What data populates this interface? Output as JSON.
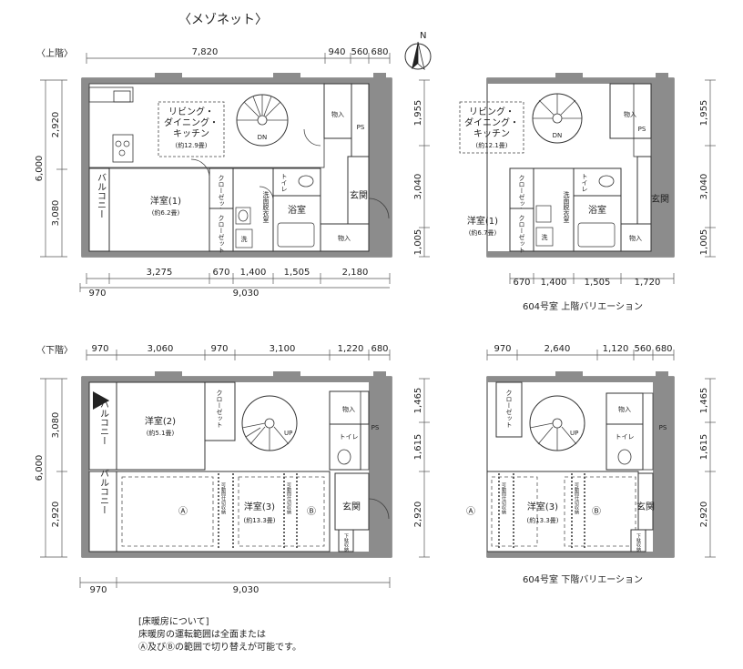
{
  "title": "〈メゾネット〉",
  "north_label": "N",
  "upper": {
    "floor_label": "〈上階〉",
    "dims_top": [
      "7,820",
      "940",
      "560",
      "680"
    ],
    "dims_right": [
      "1,955",
      "3,040",
      "1,005"
    ],
    "dims_left": [
      "6,000",
      "2,920",
      "3,080"
    ],
    "dims_bottom_row1": [
      "3,275",
      "670",
      "1,400",
      "1,505",
      "2,180"
    ],
    "dims_bottom_row2": [
      "970",
      "9,030"
    ],
    "rooms": {
      "living": [
        "リビング・",
        "ダイニング・",
        "キッチン"
      ],
      "living_area": "(約12.9畳)",
      "bedroom": "洋室(1)",
      "bedroom_area": "(約6.2畳)",
      "balcony": "バルコニー",
      "closet": "クローゼット",
      "storage": "物入",
      "ps": "PS",
      "toilet": "トイレ",
      "washroom": "洗面脱衣室",
      "bath": "浴室",
      "entrance": "玄関",
      "washer": "洗",
      "stair": "DN"
    }
  },
  "upper_var": {
    "caption": "604号室 上階バリエーション",
    "dims_right": [
      "1,955",
      "3,040",
      "1,005"
    ],
    "dims_bottom": [
      "670",
      "1,400",
      "1,505",
      "1,720"
    ],
    "rooms": {
      "living": [
        "リビング・",
        "ダイニング・",
        "キッチン"
      ],
      "living_area": "(約12.1畳)",
      "bedroom": "洋室(1)",
      "bedroom_area": "(約6.7畳)",
      "closet": "クローゼット",
      "storage": "物入",
      "ps": "PS",
      "toilet": "トイレ",
      "washroom": "洗面脱衣室",
      "bath": "浴室",
      "entrance": "玄関",
      "washer": "洗",
      "stair": "DN"
    }
  },
  "lower": {
    "floor_label": "〈下階〉",
    "dims_top": [
      "970",
      "3,060",
      "970",
      "3,100",
      "1,220",
      "680"
    ],
    "dims_right": [
      "1,465",
      "1,615",
      "2,920"
    ],
    "dims_left": [
      "6,000",
      "3,080",
      "2,920"
    ],
    "dims_bottom": [
      "970",
      "9,030"
    ],
    "rooms": {
      "bedroom2": "洋室(2)",
      "bedroom2_area": "(約5.1畳)",
      "bedroom3": "洋室(3)",
      "bedroom3_area": "(約13.3畳)",
      "balcony": "バルコニー",
      "closet": "クローゼット",
      "storage": "物入",
      "ps": "PS",
      "toilet": "トイレ",
      "entrance": "玄関",
      "shoe": "下駄収納",
      "stair": "UP",
      "zone_a": "Ⓐ",
      "zone_b": "Ⓑ",
      "movable": "可動間仕切収納"
    }
  },
  "lower_var": {
    "caption": "604号室 下階バリエーション",
    "dims_top": [
      "970",
      "2,640",
      "1,120",
      "560",
      "680"
    ],
    "dims_right": [
      "1,465",
      "1,615",
      "2,920"
    ],
    "rooms": {
      "bedroom3": "洋室(3)",
      "bedroom3_area": "(約13.3畳)",
      "closet": "クローゼット",
      "storage": "物入",
      "ps": "PS",
      "toilet": "トイレ",
      "entrance": "玄関",
      "shoe": "下駄収納",
      "stair": "UP",
      "zone_a": "Ⓐ",
      "zone_b": "Ⓑ",
      "movable": "可動間仕切収納"
    }
  },
  "note": {
    "heading": "[床暖房について]",
    "line1": "床暖房の運転範囲は全面または",
    "line2": "Ⓐ及びⒷの範囲で切り替えが可能です。"
  }
}
